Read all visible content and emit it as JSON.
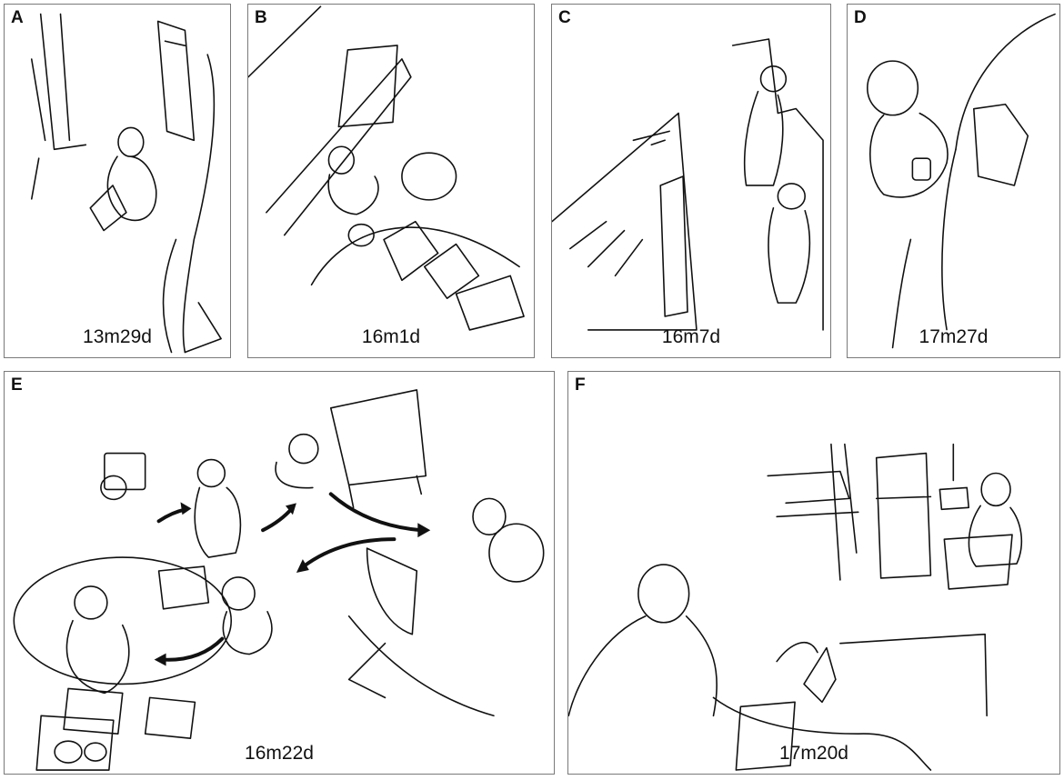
{
  "panels": [
    {
      "letter": "A",
      "age": "13m29d"
    },
    {
      "letter": "B",
      "age": "16m1d"
    },
    {
      "letter": "C",
      "age": "16m7d"
    },
    {
      "letter": "D",
      "age": "17m27d"
    },
    {
      "letter": "E",
      "age": "16m22d"
    },
    {
      "letter": "F",
      "age": "17m20d"
    }
  ],
  "colors": {
    "line": "#111111",
    "frame": "#7a7a7a",
    "background": "#ffffff"
  }
}
